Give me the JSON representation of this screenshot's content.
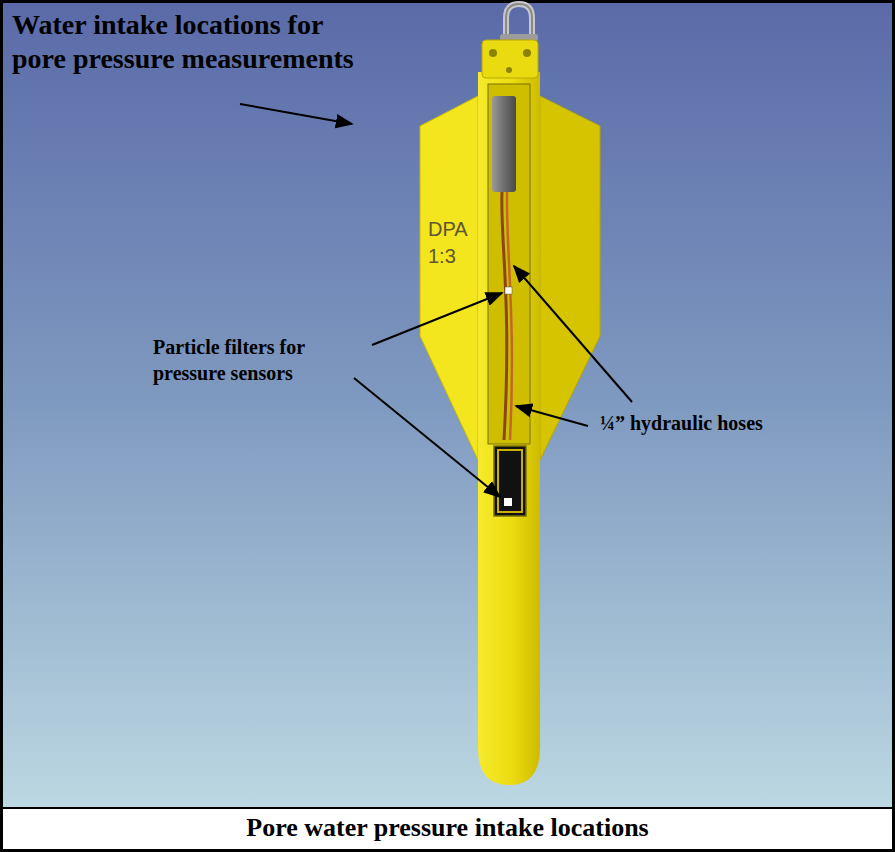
{
  "diagram": {
    "caption": "Pore water pressure intake locations",
    "labels": [
      "Water intake locations for pore pressure measurements",
      "DPA 1:3",
      "Particle filters for pressure sensors",
      "¼” hydraulic hoses"
    ]
  }
}
